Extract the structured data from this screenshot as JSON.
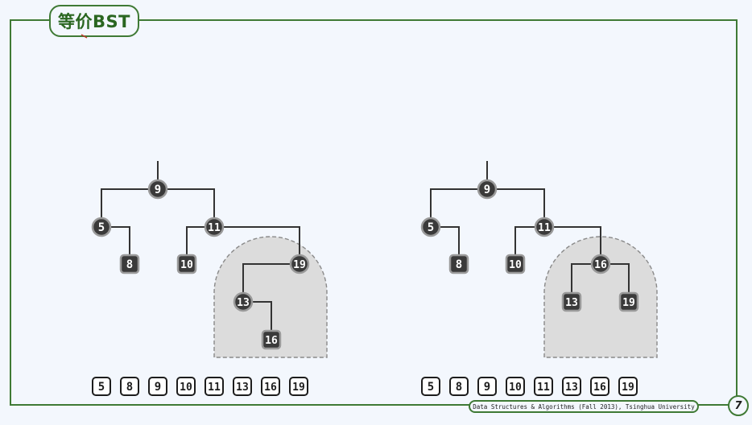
{
  "slide": {
    "title": "等价BST",
    "footer": "Data Structures & Algorithms (Fall 2013), Tsinghua University",
    "page_number": "7"
  },
  "colors": {
    "frame": "#3f7a35",
    "title_text": "#2a6620",
    "node_fill": "#3a3a3a",
    "node_border": "#9a9a9a",
    "edge": "#333333",
    "subtree_fill": "#dcdcdc",
    "subtree_border": "#8a8a8a"
  },
  "trees": [
    {
      "name": "left-tree",
      "root": "9",
      "nodes": [
        {
          "key": "9",
          "kind": "internal"
        },
        {
          "key": "5",
          "kind": "internal"
        },
        {
          "key": "8",
          "kind": "leaf"
        },
        {
          "key": "11",
          "kind": "internal"
        },
        {
          "key": "10",
          "kind": "leaf"
        },
        {
          "key": "19",
          "kind": "internal"
        },
        {
          "key": "13",
          "kind": "internal"
        },
        {
          "key": "16",
          "kind": "leaf"
        }
      ],
      "edges": [
        [
          "9",
          "5"
        ],
        [
          "9",
          "11"
        ],
        [
          "5",
          "8"
        ],
        [
          "11",
          "10"
        ],
        [
          "11",
          "19"
        ],
        [
          "19",
          "13"
        ],
        [
          "13",
          "16"
        ]
      ],
      "highlighted": [
        "19",
        "13",
        "16"
      ],
      "inorder": [
        "5",
        "8",
        "9",
        "10",
        "11",
        "13",
        "16",
        "19"
      ]
    },
    {
      "name": "right-tree",
      "root": "9",
      "nodes": [
        {
          "key": "9",
          "kind": "internal"
        },
        {
          "key": "5",
          "kind": "internal"
        },
        {
          "key": "8",
          "kind": "leaf"
        },
        {
          "key": "11",
          "kind": "internal"
        },
        {
          "key": "10",
          "kind": "leaf"
        },
        {
          "key": "16",
          "kind": "internal"
        },
        {
          "key": "13",
          "kind": "leaf"
        },
        {
          "key": "19",
          "kind": "leaf"
        }
      ],
      "edges": [
        [
          "9",
          "5"
        ],
        [
          "9",
          "11"
        ],
        [
          "5",
          "8"
        ],
        [
          "11",
          "10"
        ],
        [
          "11",
          "16"
        ],
        [
          "16",
          "13"
        ],
        [
          "16",
          "19"
        ]
      ],
      "highlighted": [
        "16",
        "13",
        "19"
      ],
      "inorder": [
        "5",
        "8",
        "9",
        "10",
        "11",
        "13",
        "16",
        "19"
      ]
    }
  ]
}
